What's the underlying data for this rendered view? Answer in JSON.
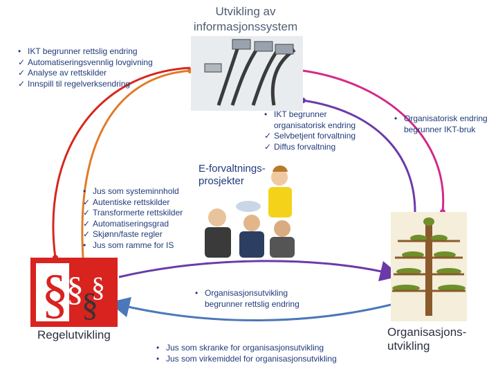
{
  "title": "Utvikling av informasjonssystem",
  "top_left_list": [
    {
      "marker": "•",
      "text": "IKT begrunner rettslig endring"
    },
    {
      "marker": "✓",
      "text": "Automatiseringsvennlig lovgivning"
    },
    {
      "marker": "✓",
      "text": "Analyse av rettskilder"
    },
    {
      "marker": "✓",
      "text": "Innspill til regelverksendring"
    }
  ],
  "center_top_list": [
    {
      "marker": "•",
      "text": "IKT begrunner"
    },
    {
      "marker": "",
      "text": "organisatorisk endring"
    },
    {
      "marker": "✓",
      "text": "Selvbetjent forvaltning"
    },
    {
      "marker": "✓",
      "text": "Diffus forvaltning"
    }
  ],
  "right_list": [
    {
      "marker": "•",
      "text": "Organisatorisk endring"
    },
    {
      "marker": "",
      "text": "begrunner IKT-bruk"
    }
  ],
  "center_left_list": [
    {
      "marker": "•",
      "text": "Jus som systeminnhold"
    },
    {
      "marker": "✓",
      "text": "Autentiske rettskilder"
    },
    {
      "marker": "✓",
      "text": "Transformerte rettskilder"
    },
    {
      "marker": "✓",
      "text": "Automatiseringsgrad"
    },
    {
      "marker": "✓",
      "text": "Skjønn/faste regler"
    },
    {
      "marker": "•",
      "text": "Jus som ramme for IS"
    }
  ],
  "center_box_label": "E-forvaltnings-prosjekter",
  "center_bottom_list": [
    {
      "marker": "•",
      "text": "Organisasjonsutvikling"
    },
    {
      "marker": "",
      "text": "begrunner rettslig endring"
    }
  ],
  "bottom_list": [
    {
      "marker": "•",
      "text": "Jus som skranke for organisasjonsutvikling"
    },
    {
      "marker": "•",
      "text": "Jus som virkemiddel for organisasjonsutvikling"
    }
  ],
  "left_label": "Regelutvikling",
  "right_label": "Organisasjons-utvikling",
  "paragraph_symbol": "§",
  "colors": {
    "arc_orange": "#e07b28",
    "arc_magenta": "#d22a8a",
    "arc_purple": "#6b3aa8",
    "arc_blue": "#4a78b8",
    "arc_red": "#d7261d",
    "text_blue": "#1f3a7a"
  },
  "icons": [
    "computer-cables-image",
    "paragraph-signs-image",
    "business-people-image",
    "tree-organisation-image"
  ]
}
